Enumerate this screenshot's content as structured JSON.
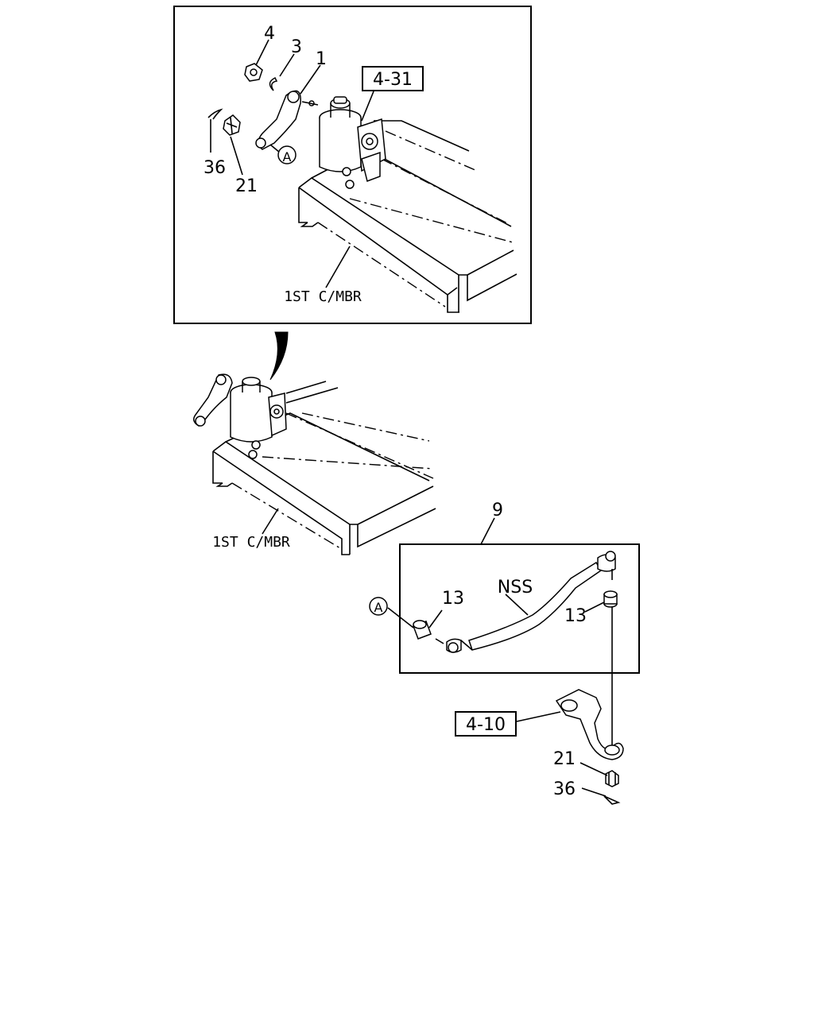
{
  "labels": {
    "top_4": "4",
    "top_3": "3",
    "top_1": "1",
    "top_36": "36",
    "top_21": "21",
    "top_ref_431": "4-31",
    "top_member": "1ST C/MBR",
    "callout_a_top": "A",
    "main_member": "1ST C/MBR",
    "label_9": "9",
    "nss": "NSS",
    "callout_a_inset": "A",
    "label_13_left": "13",
    "label_13_right": "13",
    "ref_410": "4-10",
    "bottom_21": "21",
    "bottom_36": "36"
  }
}
